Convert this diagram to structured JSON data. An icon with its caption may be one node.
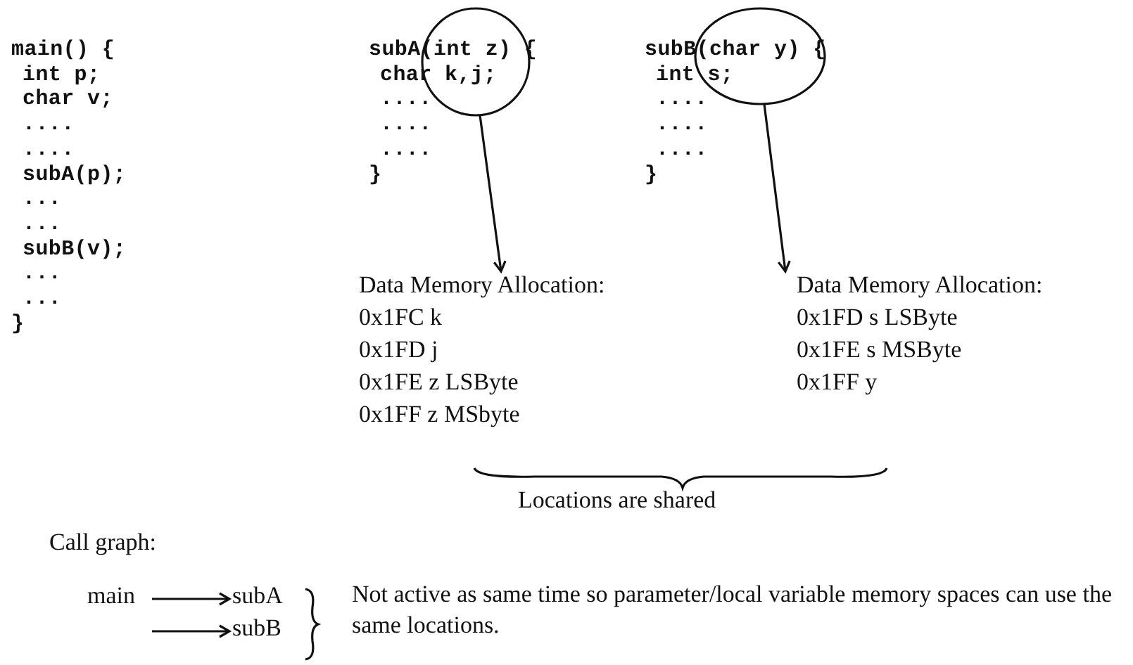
{
  "diagram": {
    "nodes": [
      {
        "text": [],
        "shape": "circle"
      },
      {
        "text": [],
        "shape": "circle"
      },
      {
        "text": [
          "Data Memory Allocation:",
          "0x1FC k",
          "0x1FD j",
          "0x1FE z LSByte",
          "0x1FF z MSbyte"
        ]
      },
      {
        "text": [
          "Data Memory Allocation:",
          "0x1FD s LSByte",
          "0x1FE s MSByte",
          "0x1FF y"
        ]
      },
      {
        "text": [
          "main"
        ]
      },
      {
        "text": [
          "subA"
        ]
      },
      {
        "text": [
          "subB"
        ]
      }
    ],
    "edges": [
      {
        "from": 0,
        "to": 2,
        "arrow": "to"
      },
      {
        "from": 1,
        "to": 3,
        "arrow": "to"
      },
      {
        "from": 4,
        "to": 5,
        "arrow": "to"
      },
      {
        "from": 4,
        "to": 6,
        "arrow": "to"
      }
    ],
    "labels": [
      "main() {",
      "int p;",
      "char v;",
      "....",
      "....",
      "subA(p);",
      "...",
      "...",
      "subB(v);",
      "...",
      "...",
      "}",
      "subA(int z) {",
      "char k,j;",
      "....",
      "....",
      "....",
      "}",
      "subB(char y) {",
      "int s;",
      "....",
      "....",
      "....",
      "}",
      "Locations are shared",
      "Call graph:",
      "Not active as same time so parameter/local variable memory spaces can use the same locations."
    ]
  }
}
